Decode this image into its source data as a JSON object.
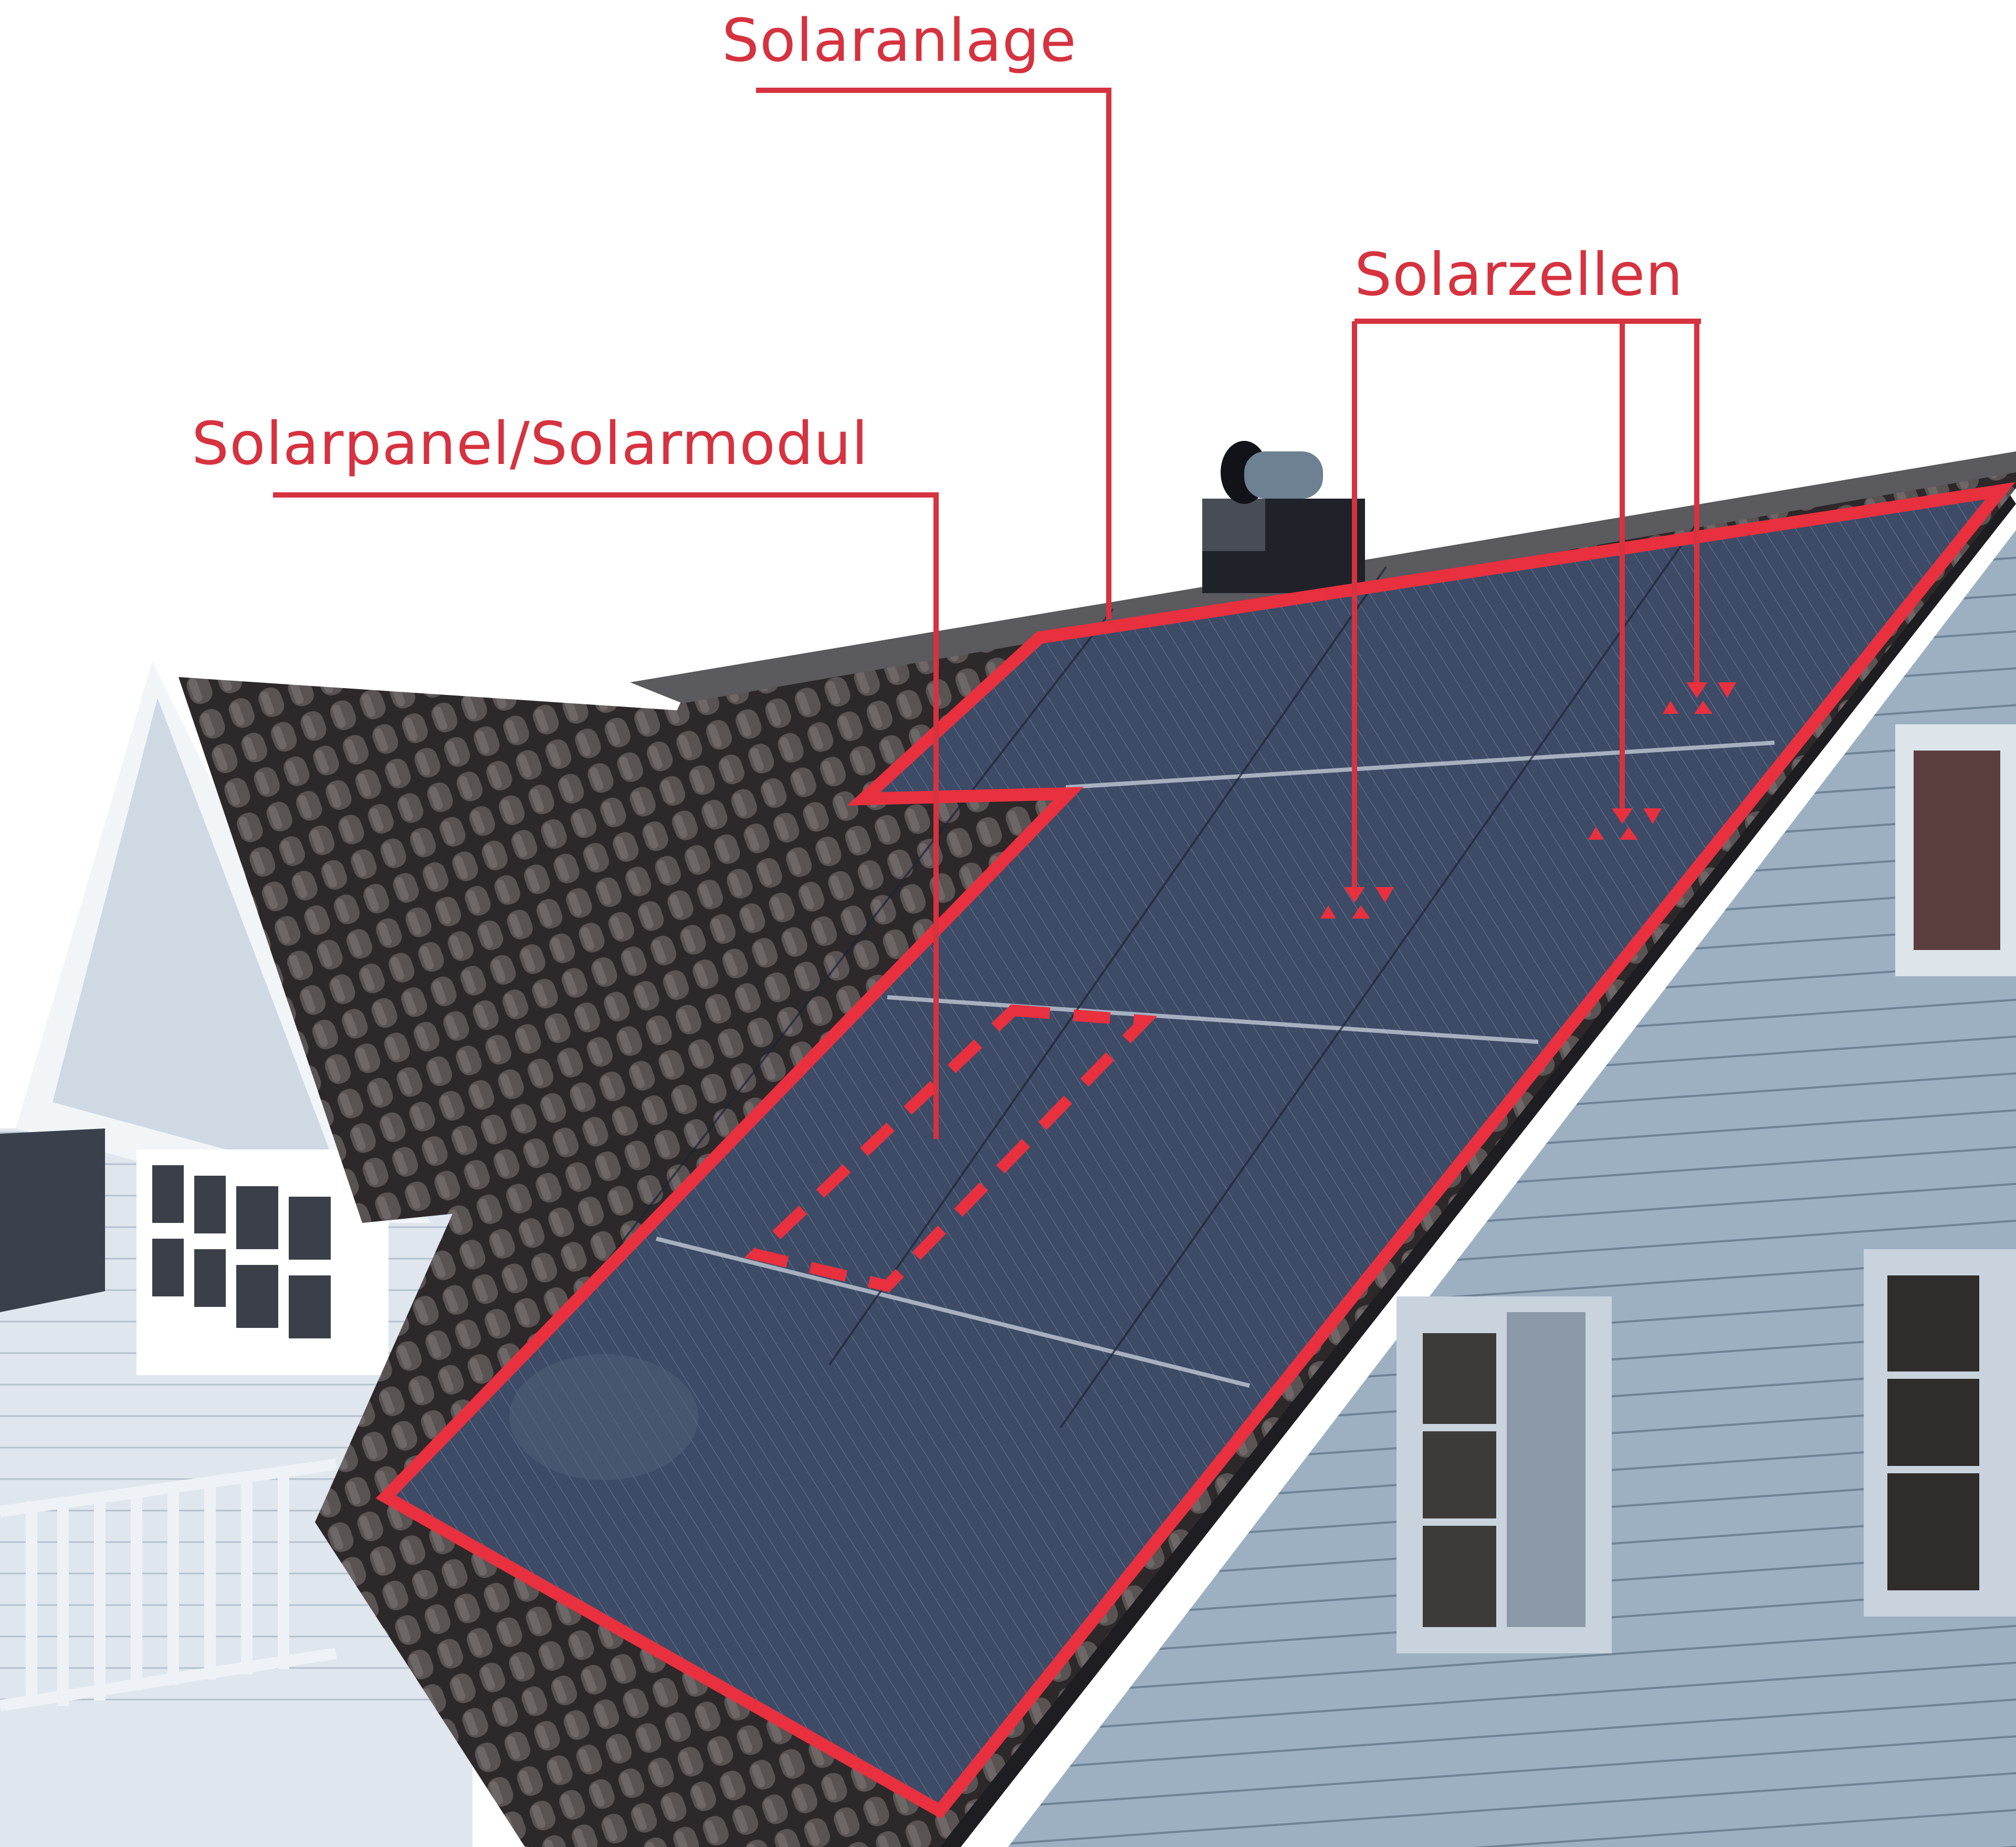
{
  "diagram": {
    "subject": "house roof with photovoltaic installation",
    "accent_color": "#e8303f",
    "labels": {
      "system": "Solaranlage",
      "panel": "Solarpanel/Solarmodul",
      "cells": "Solarzellen"
    },
    "callouts": [
      {
        "label": "Solaranlage",
        "target": "outer red outline around the whole panel array",
        "style": "solid"
      },
      {
        "label": "Solarpanel/Solarmodul",
        "target": "single panel marked with dashed red rectangle",
        "style": "dashed"
      },
      {
        "label": "Solarzellen",
        "target": "three individual cells marked with red corner brackets",
        "style": "brackets",
        "count": 3
      }
    ],
    "colors": {
      "label_text": "#d6323f",
      "outline": "#e8303f",
      "panel": "#3d4a63",
      "roof_tiles": "#3a3536",
      "siding": "#8ea3b8",
      "trim": "#ffffff",
      "background": "#ffffff"
    }
  }
}
